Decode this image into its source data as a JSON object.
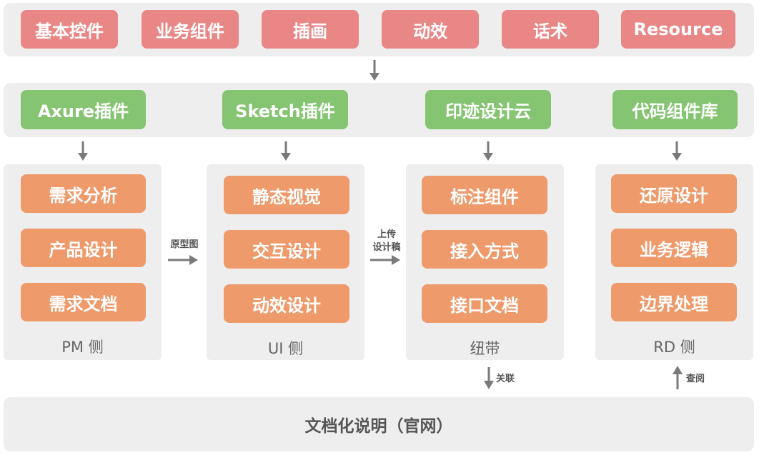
{
  "top_row": [
    "基本控件",
    "业务组件",
    "插画",
    "动效",
    "话术",
    "Resource"
  ],
  "plugins": [
    "Axure插件",
    "Sketch插件",
    "印迹设计云",
    "代码组件库"
  ],
  "columns": [
    {
      "items": [
        "需求分析",
        "产品设计",
        "需求文档"
      ],
      "caption": "PM 侧"
    },
    {
      "items": [
        "静态视觉",
        "交互设计",
        "动效设计"
      ],
      "caption": "UI 侧"
    },
    {
      "items": [
        "标注组件",
        "接入方式",
        "接口文档"
      ],
      "caption": "纽带"
    },
    {
      "items": [
        "还原设计",
        "业务逻辑",
        "边界处理"
      ],
      "caption": "RD 侧"
    }
  ],
  "flow_labels": {
    "pm_to_ui": "原型图",
    "ui_to_link_line1": "上传",
    "ui_to_link_line2": "设计稿",
    "link_to_docs": "关联",
    "docs_to_rd": "查阅"
  },
  "bottom": "文档化说明（官网）",
  "colors": {
    "band": "#eeeeef",
    "top_pill": "#e98686",
    "plugin_pill": "#85c471",
    "item_pill": "#ee9a6b",
    "arrow": "#7a7a7a"
  }
}
